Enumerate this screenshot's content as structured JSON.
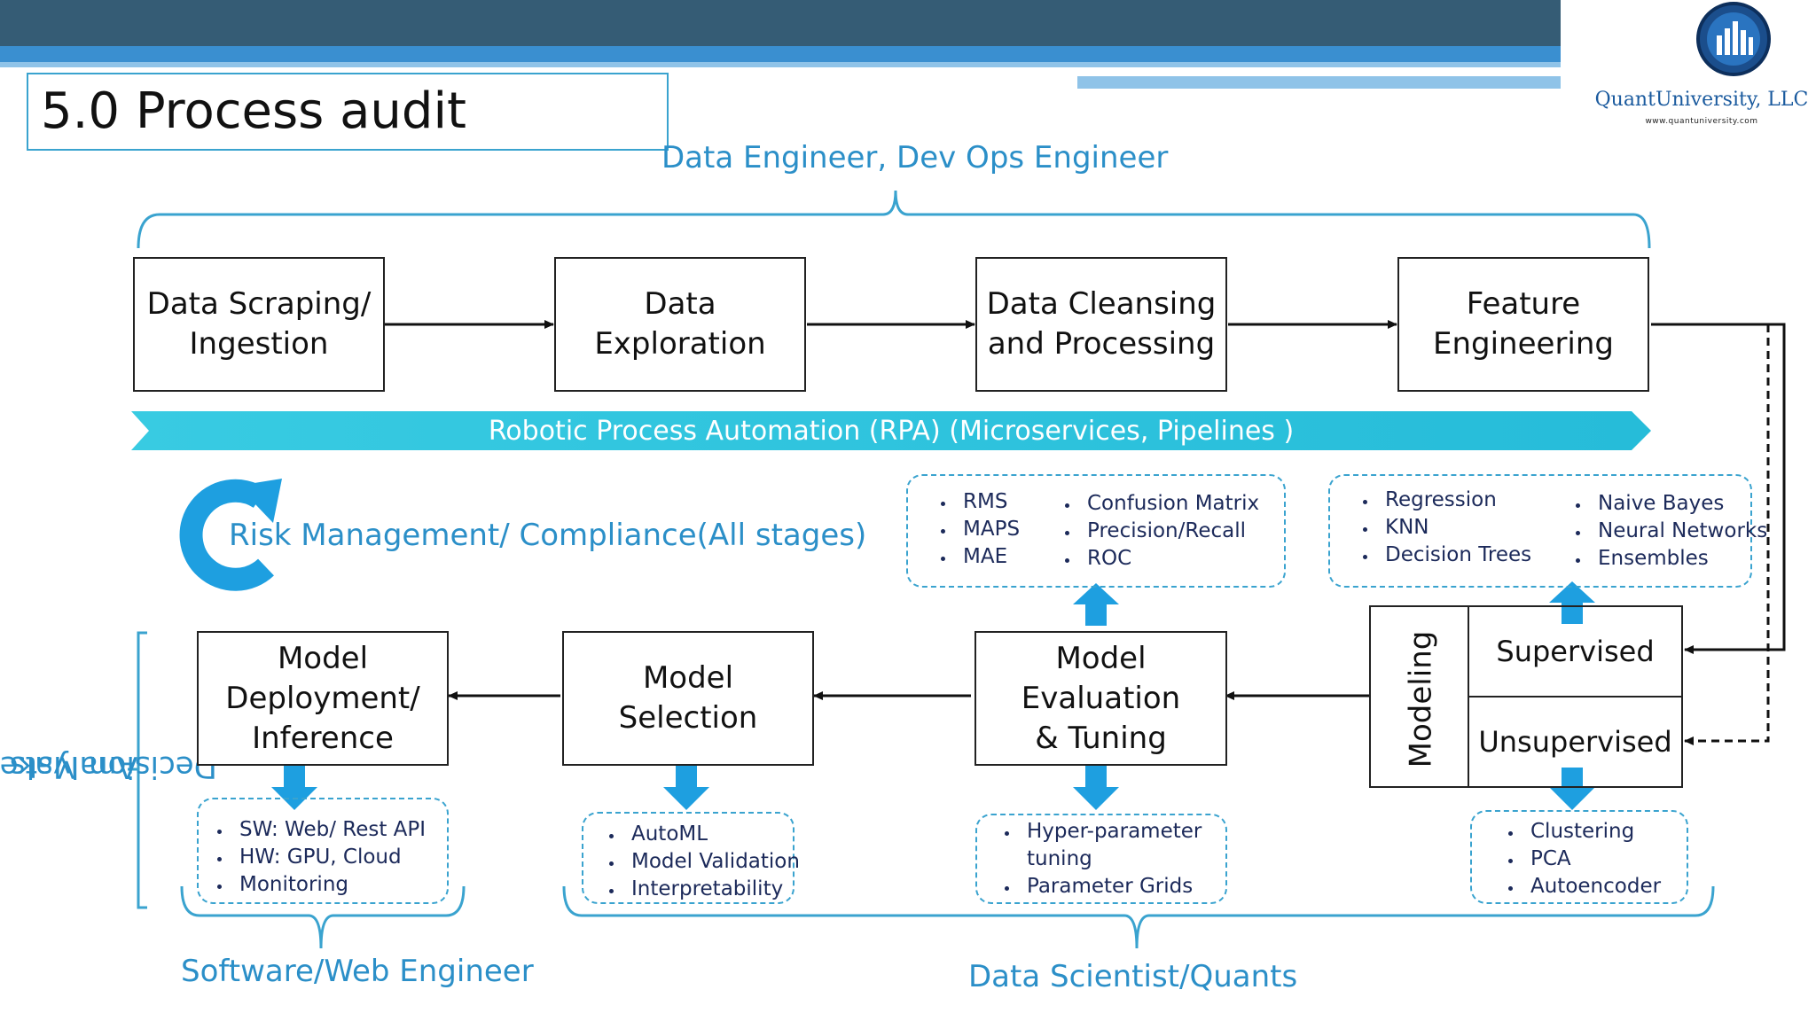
{
  "title": "5.0 Process audit",
  "logo": {
    "name": "QuantUniversity, LLC",
    "url": "www.quantuniversity.com"
  },
  "roles": {
    "top": "Data Engineer, Dev Ops Engineer",
    "left_line1": "Analysts &",
    "left_line2": "Decision Makers",
    "bottom_left": "Software/Web Engineer",
    "bottom_right": "Data Scientist/Quants"
  },
  "pipeline": {
    "step1_line1": "Data Scraping/",
    "step1_line2": "Ingestion",
    "step2_line1": "Data",
    "step2_line2": "Exploration",
    "step3_line1": "Data Cleansing",
    "step3_line2": "and Processing",
    "step4_line1": "Feature",
    "step4_line2": "Engineering"
  },
  "rpa": "Robotic Process Automation (RPA) (Microservices, Pipelines )",
  "risk": "Risk Management/ Compliance(All stages)",
  "metrics": {
    "col1": [
      "RMS",
      "MAPS",
      "MAE"
    ],
    "col2": [
      "Confusion Matrix",
      "Precision/Recall",
      "ROC"
    ]
  },
  "supervised_algos": {
    "col1": [
      "Regression",
      "KNN",
      "Decision Trees"
    ],
    "col2": [
      "Naive Bayes",
      "Neural Networks",
      "Ensembles"
    ]
  },
  "modeling": {
    "label": "Modeling",
    "supervised": "Supervised",
    "unsupervised": "Unsupervised"
  },
  "lower": {
    "deploy_line1": "Model",
    "deploy_line2": "Deployment/",
    "deploy_line3": "Inference",
    "selection_line1": "Model",
    "selection_line2": "Selection",
    "eval_line1": "Model",
    "eval_line2": "Evaluation",
    "eval_line3": "& Tuning"
  },
  "deploy_details": [
    "SW: Web/ Rest API",
    "HW: GPU, Cloud",
    "Monitoring"
  ],
  "selection_details": [
    "AutoML",
    "Model Validation",
    "Interpretability"
  ],
  "tuning_details": [
    "Hyper-parameter",
    "tuning",
    "Parameter Grids"
  ],
  "unsupervised_details": [
    "Clustering",
    "PCA",
    "Autoencoder"
  ],
  "colors": {
    "header_dark": "#355c75",
    "header_blue": "#3a8fd0",
    "accent": "#2b8fc8",
    "rpa_fill": "#2fc4df",
    "down_arrow": "#1e9fe0"
  }
}
